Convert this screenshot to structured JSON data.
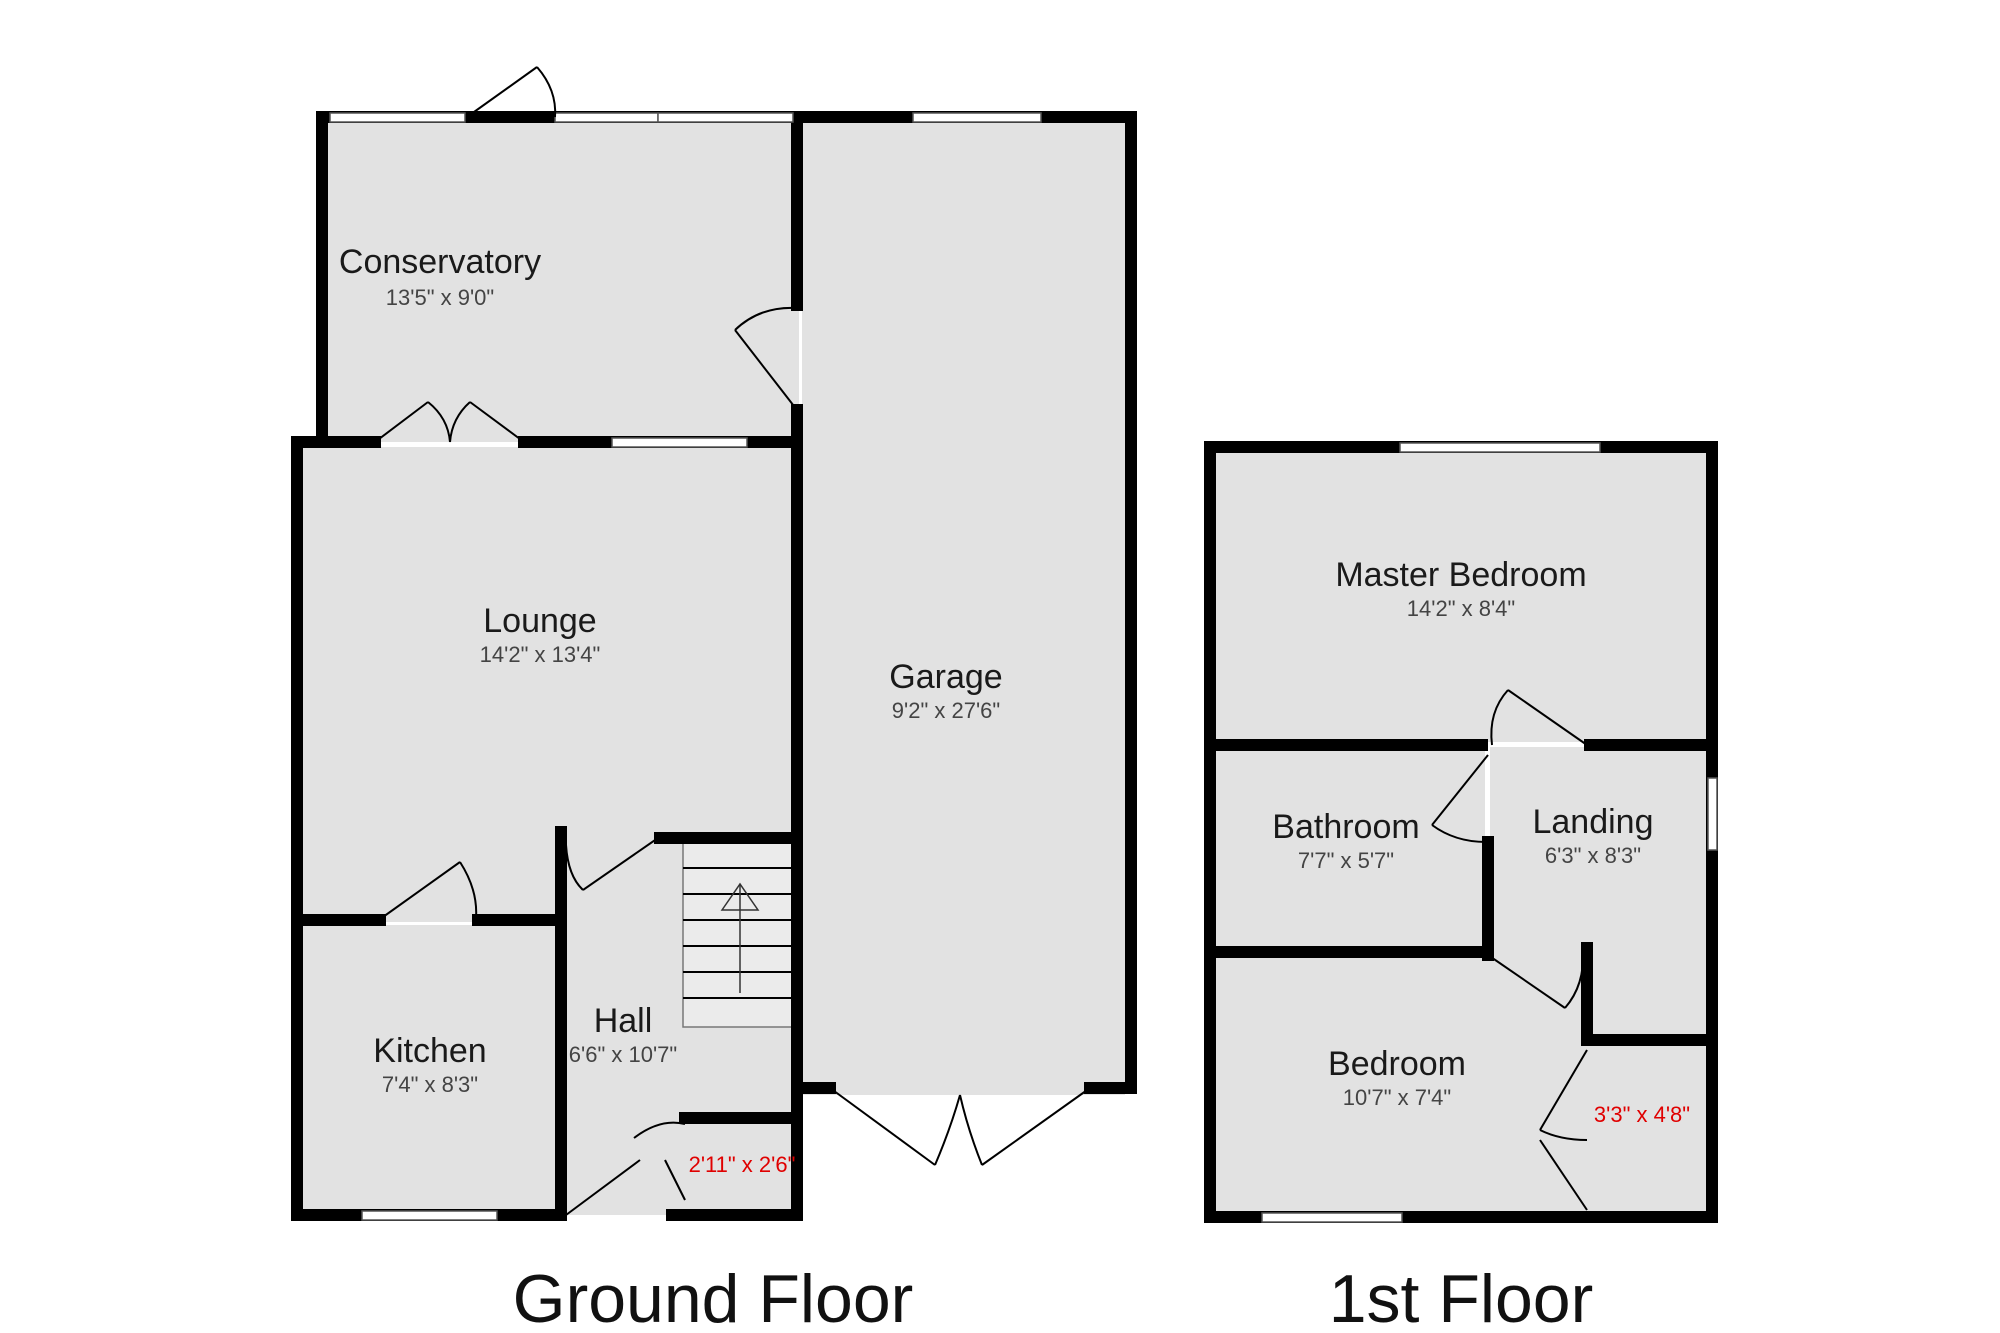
{
  "floors": [
    {
      "label": "Ground Floor"
    },
    {
      "label": "1st Floor"
    }
  ],
  "rooms": {
    "conservatory": {
      "name": "Conservatory",
      "dims": "13'5\" x 9'0\""
    },
    "lounge": {
      "name": "Lounge",
      "dims": "14'2\" x 13'4\""
    },
    "garage": {
      "name": "Garage",
      "dims": "9'2\" x 27'6\""
    },
    "kitchen": {
      "name": "Kitchen",
      "dims": "7'4\" x 8'3\""
    },
    "hall": {
      "name": "Hall",
      "dims": "6'6\" x 10'7\""
    },
    "cupboard_ground": {
      "name": "",
      "dims": "2'11\" x 2'6\""
    },
    "master_bedroom": {
      "name": "Master Bedroom",
      "dims": "14'2\" x 8'4\""
    },
    "bathroom": {
      "name": "Bathroom",
      "dims": "7'7\" x 5'7\""
    },
    "landing": {
      "name": "Landing",
      "dims": "6'3\" x 8'3\""
    },
    "bedroom": {
      "name": "Bedroom",
      "dims": "10'7\" x 7'4\""
    },
    "cupboard_first": {
      "name": "",
      "dims": "3'3\" x 4'8\""
    }
  },
  "colors": {
    "room_fill": "#e2e2e2",
    "wall": "#000000",
    "highlight_dims": "#e00000"
  }
}
